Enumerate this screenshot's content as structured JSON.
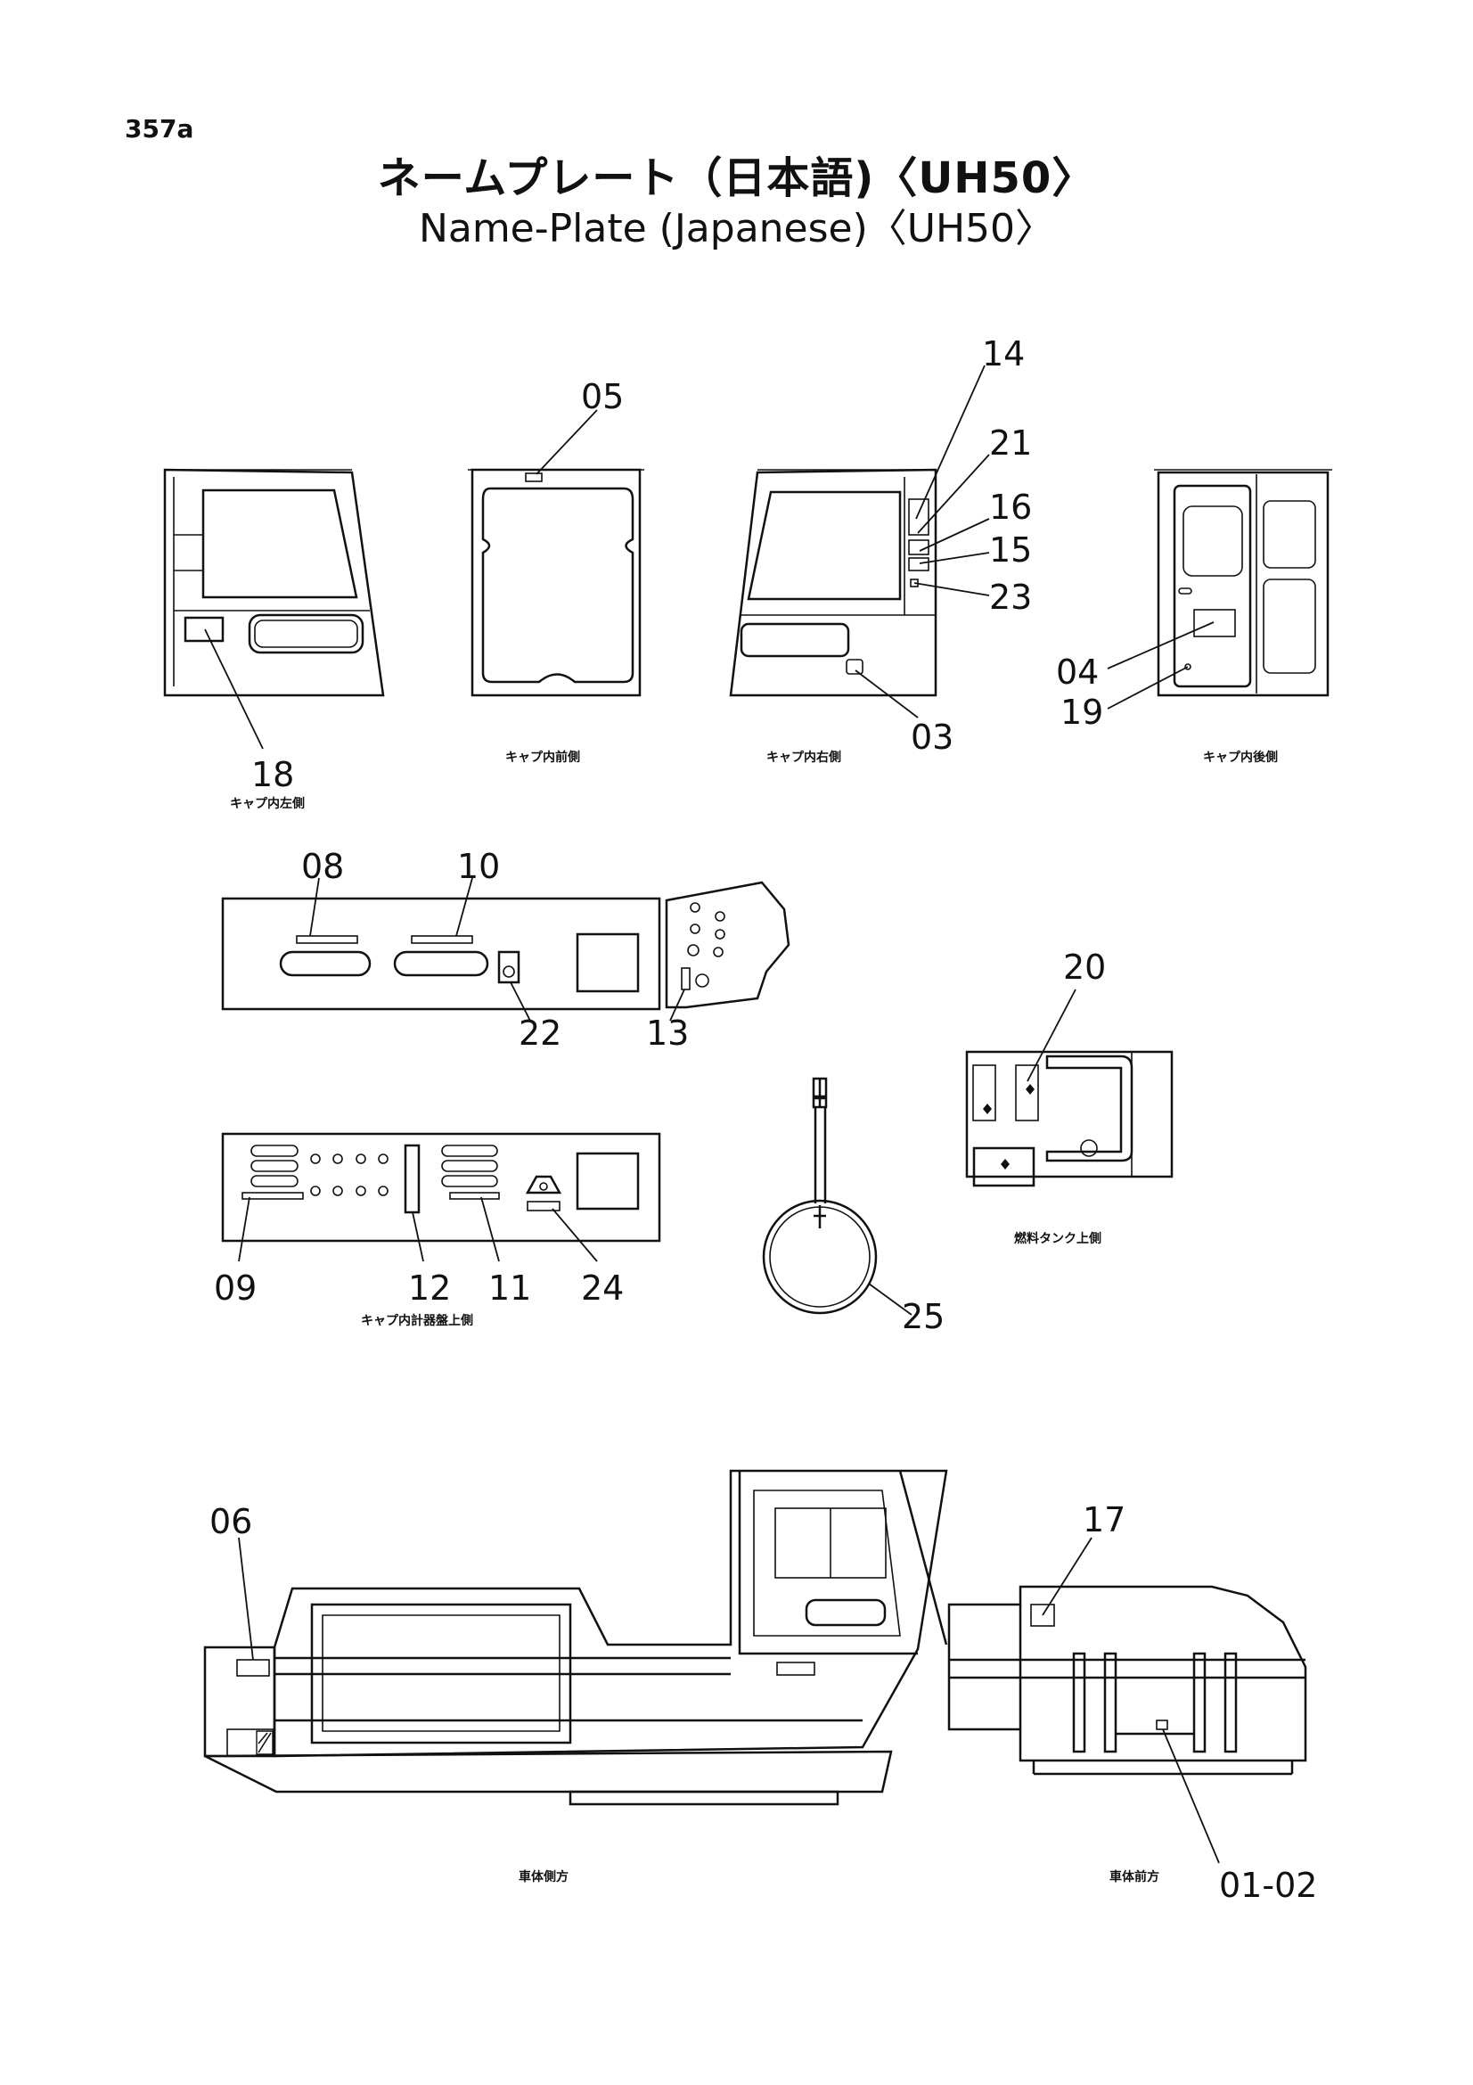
{
  "page_number": "357a",
  "title_japanese": "ネームプレート（日本語)〈UH50〉",
  "title_english": "Name-Plate (Japanese)〈UH50〉",
  "views": {
    "cab_left": "キャプ内左側",
    "cab_front": "キャプ内前側",
    "cab_right": "キャプ内右側",
    "cab_rear": "キャプ内後側",
    "cab_instrument_panel": "キャプ内計器盤上側",
    "fuel_tank_top": "燃料タンク上側",
    "body_side": "車体側方",
    "body_front": "車体前方"
  },
  "callouts": {
    "p01_02": "01-02",
    "p03": "03",
    "p04": "04",
    "p05": "05",
    "p06": "06",
    "p08": "08",
    "p09": "09",
    "p10": "10",
    "p11": "11",
    "p12": "12",
    "p13": "13",
    "p14": "14",
    "p15": "15",
    "p16": "16",
    "p17": "17",
    "p18": "18",
    "p19": "19",
    "p20": "20",
    "p21": "21",
    "p22": "22",
    "p23": "23",
    "p24": "24",
    "p25": "25"
  }
}
